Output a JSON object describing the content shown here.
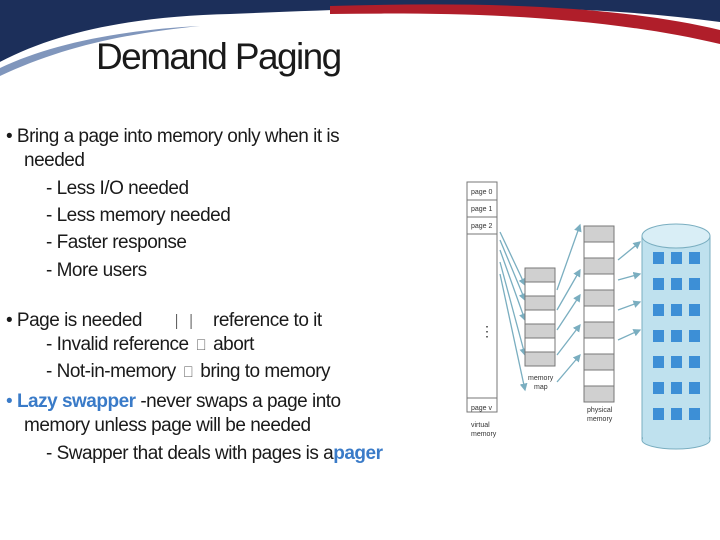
{
  "title": "Demand Paging",
  "bullets": {
    "b1_a": "• Bring a page into memory only when it is",
    "b1_b": "needed",
    "sub1": "- Less I/O needed",
    "sub2": "- Less memory needed",
    "sub3": "- Faster response",
    "sub4": "- More users",
    "b2_a": "• Page is needed",
    "b2_glyph": "⎸⎸",
    "b2_b": "reference to it",
    "sub5_a": "- Invalid reference",
    "sub5_glyph": "⎕",
    "sub5_b": "abort",
    "sub6_a": "- Not-in-memory",
    "sub6_glyph": "⎕",
    "sub6_b": "bring to memory",
    "b3_bullet": "•",
    "b3_hl": "Lazy swapper",
    "b3_rest": "-never swaps a page into",
    "b3_b": "memory unless page will be needed",
    "sub7_a": "- Swapper that deals with pages is a",
    "sub7_hl": "pager"
  },
  "figure": {
    "pages": [
      "page 0",
      "page 1",
      "page 2"
    ],
    "dots": "⋮",
    "last_page": "page v",
    "virtual_label_1": "virtual",
    "virtual_label_2": "memory",
    "map_label_1": "memory",
    "map_label_2": "map",
    "physical_label_1": "physical",
    "physical_label_2": "memory"
  },
  "colors": {
    "accent": "#3a7bc8",
    "banner_dark": "#1c2f5a",
    "banner_red": "#b01e2a",
    "cylinder": "#bfe1ee",
    "window": "#3d8fd6"
  }
}
